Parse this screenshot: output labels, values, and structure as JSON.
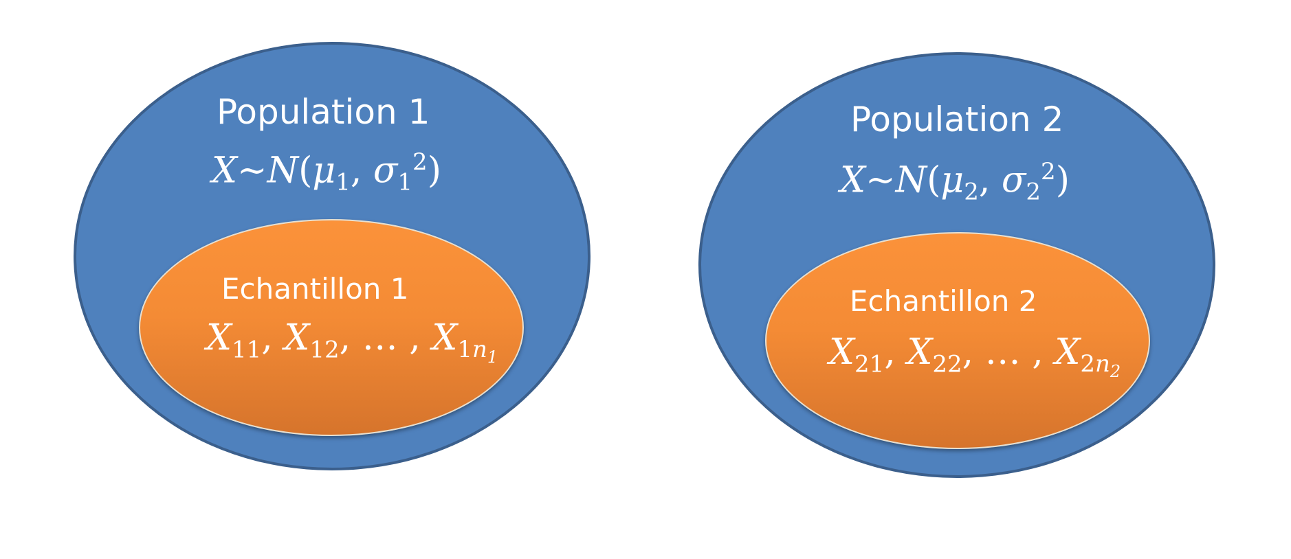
{
  "diagram": {
    "colors": {
      "population_fill": "#4f81bd",
      "population_border": "#3b5f8c",
      "sample_fill": "#f79646",
      "text": "#ffffff"
    },
    "populations": [
      {
        "title": "Population 1",
        "distribution": {
          "var": "X",
          "op": "~",
          "dist": "N",
          "mean_symbol": "μ",
          "mean_index": "1",
          "var_symbol": "σ",
          "var_index": "1",
          "var_power": "2"
        },
        "sample": {
          "title": "Echantillon 1",
          "sequence": {
            "var": "X",
            "idx_first": "11",
            "idx_second": "12",
            "ellipsis": "…",
            "idx_last": "1",
            "n_symbol": "n",
            "n_index": "1"
          }
        }
      },
      {
        "title": "Population 2",
        "distribution": {
          "var": "X",
          "op": "~",
          "dist": "N",
          "mean_symbol": "μ",
          "mean_index": "2",
          "var_symbol": "σ",
          "var_index": "2",
          "var_power": "2"
        },
        "sample": {
          "title": "Echantillon 2",
          "sequence": {
            "var": "X",
            "idx_first": "21",
            "idx_second": "22",
            "ellipsis": "…",
            "idx_last": "2",
            "n_symbol": "n",
            "n_index": "2"
          }
        }
      }
    ]
  }
}
